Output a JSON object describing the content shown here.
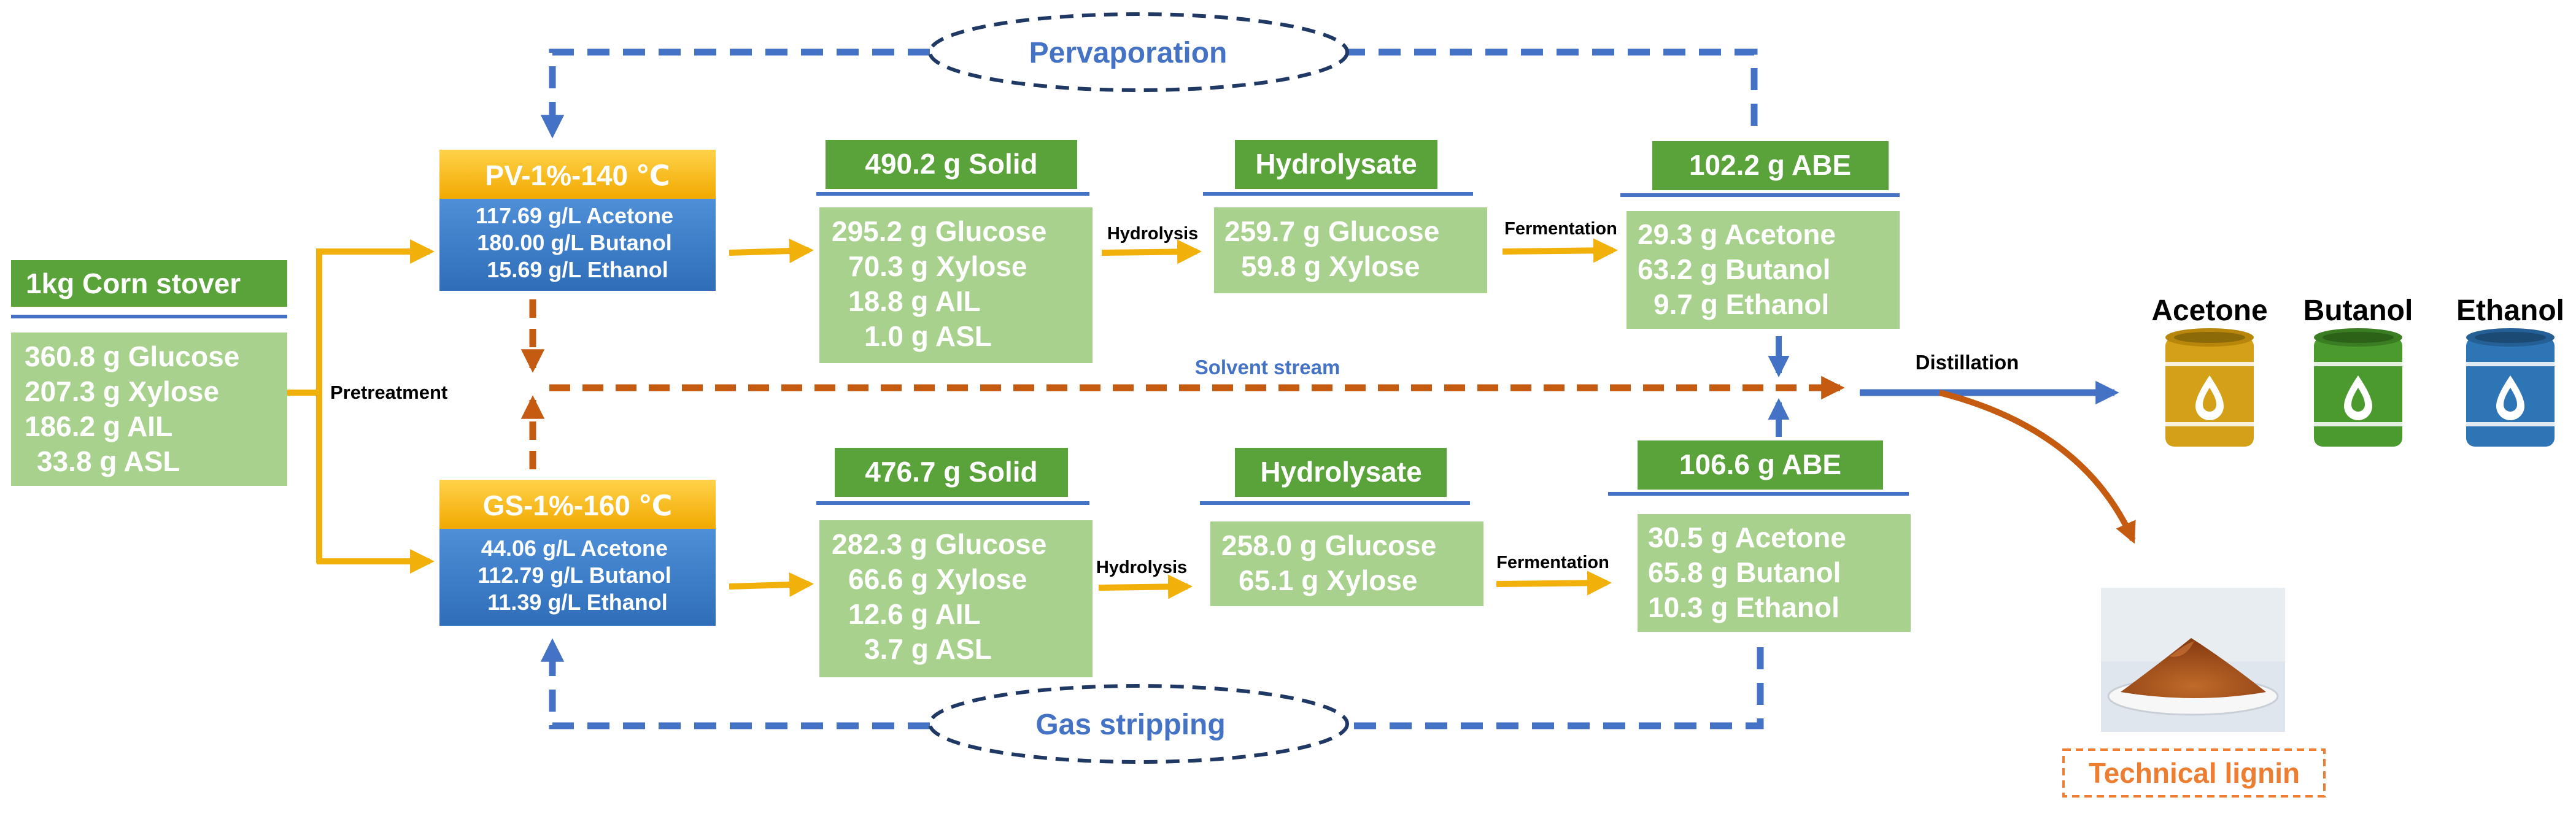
{
  "colors": {
    "green_header": "#5aa33a",
    "green_body": "#a9d18e",
    "yellow_header": "#f7b51b",
    "blue_body": "#3f7ecb",
    "blue_line": "#4472c4",
    "dark_navy": "#203864",
    "orange_arrow": "#f2b10a",
    "brown_arrow": "#c55a11",
    "lignin_orange": "#ed7d31"
  },
  "feed": {
    "title": "1kg Corn stover",
    "lines": [
      "360.8 g Glucose",
      "207.3 g Xylose",
      "186.2 g AIL",
      "33.8 g ASL"
    ]
  },
  "labels": {
    "pretreatment": "Pretreatment",
    "pervaporation": "Pervaporation",
    "gas_stripping": "Gas stripping",
    "solvent_stream": "Solvent stream",
    "distillation": "Distillation",
    "hydrolysis": "Hydrolysis",
    "fermentation": "Fermentation",
    "technical_lignin": "Technical lignin"
  },
  "top": {
    "pretreat": {
      "title": "PV-1%-140 ℃",
      "lines": [
        "117.69 g/L Acetone",
        "180.00 g/L Butanol",
        "15.69 g/L Ethanol"
      ]
    },
    "solid": {
      "title": "490.2 g Solid",
      "lines": [
        "295.2 g Glucose",
        "70.3 g Xylose",
        "18.8 g AIL",
        "1.0 g ASL"
      ]
    },
    "hydrolysate": {
      "title": "Hydrolysate",
      "lines": [
        "259.7 g Glucose",
        "59.8 g Xylose"
      ]
    },
    "abe": {
      "title": "102.2 g ABE",
      "lines": [
        "29.3 g Acetone",
        "63.2 g Butanol",
        "9.7 g Ethanol"
      ]
    }
  },
  "bottom": {
    "pretreat": {
      "title": "GS-1%-160 ℃",
      "lines": [
        "44.06 g/L Acetone",
        "112.79 g/L Butanol",
        "11.39 g/L Ethanol"
      ]
    },
    "solid": {
      "title": "476.7 g Solid",
      "lines": [
        "282.3 g Glucose",
        "66.6 g Xylose",
        "12.6 g AIL",
        "3.7 g ASL"
      ]
    },
    "hydrolysate": {
      "title": "Hydrolysate",
      "lines": [
        "258.0 g Glucose",
        "65.1 g Xylose"
      ]
    },
    "abe": {
      "title": "106.6 g ABE",
      "lines": [
        "30.5 g Acetone",
        "65.8 g Butanol",
        "10.3 g Ethanol"
      ]
    }
  },
  "products": [
    {
      "label": "Acetone",
      "color": "#d4a017",
      "icon": "acetone-barrel-icon"
    },
    {
      "label": "Butanol",
      "color": "#4a9a2e",
      "icon": "butanol-barrel-icon"
    },
    {
      "label": "Ethanol",
      "color": "#2e75b6",
      "icon": "ethanol-barrel-icon"
    }
  ],
  "lignin_image": "lignin-powder-pile-icon"
}
